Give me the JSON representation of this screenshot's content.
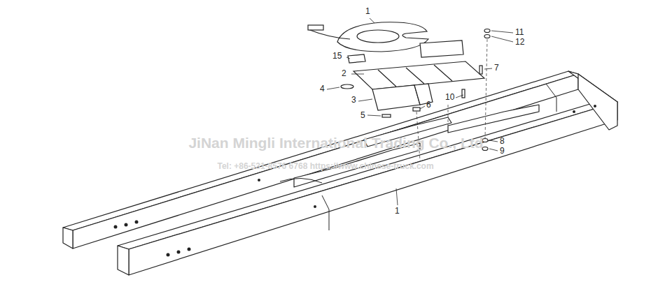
{
  "diagram": {
    "labels": [
      "1",
      "11",
      "12",
      "15",
      "7",
      "2",
      "4",
      "3",
      "10",
      "6",
      "5",
      "8",
      "9",
      "1",
      "JiNan Mingli International Trading Co., Ltd",
      "Tel: +86-531-8576 6768   https://www.chinese-truck.com"
    ]
  }
}
